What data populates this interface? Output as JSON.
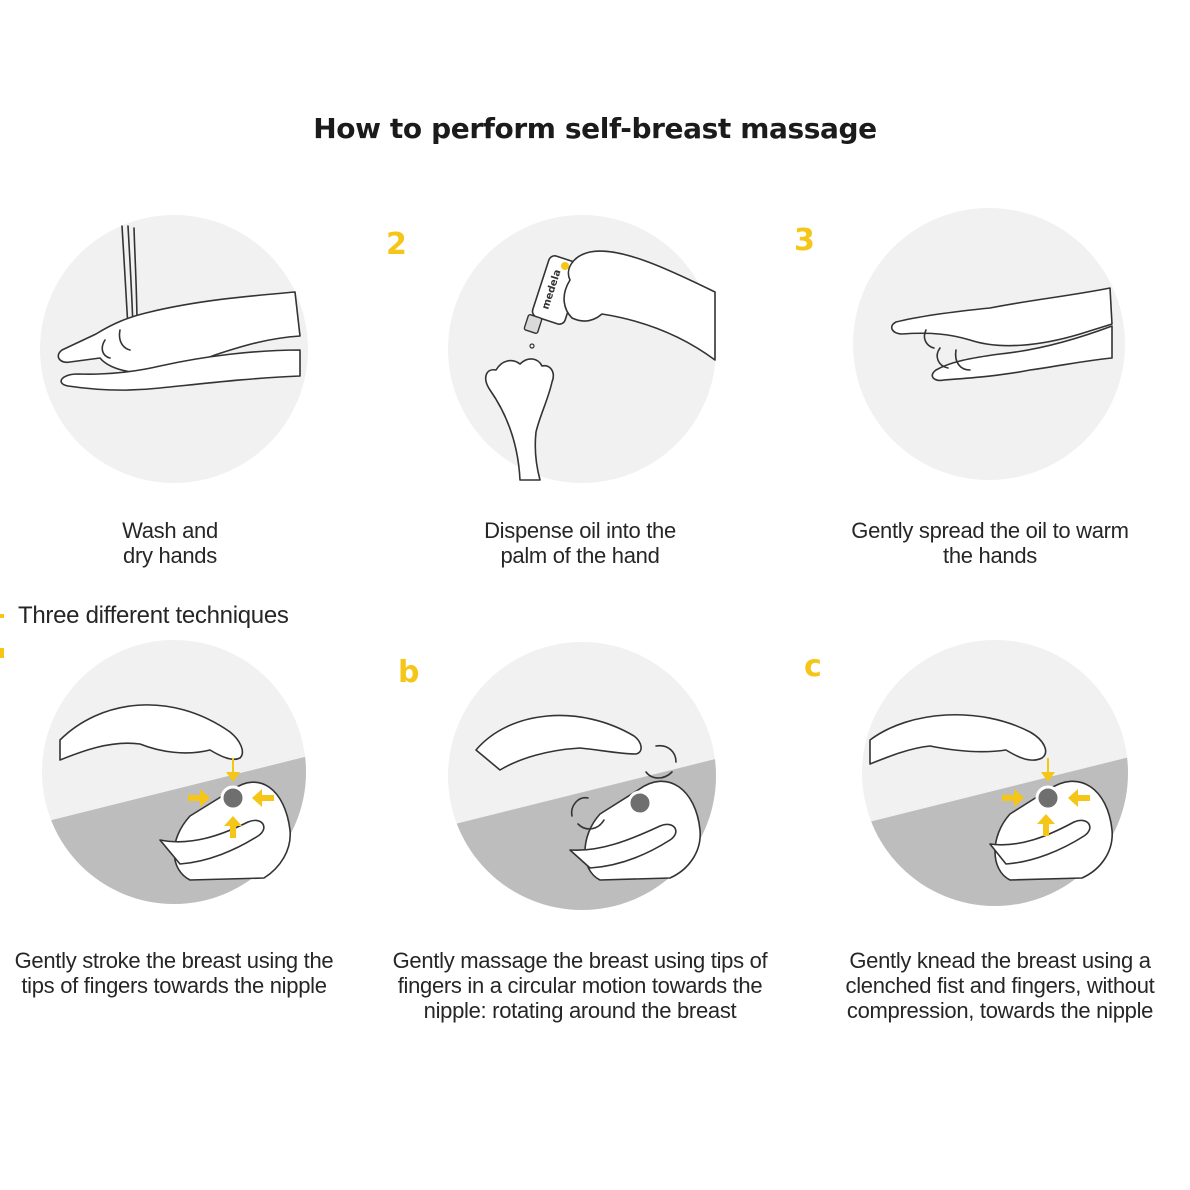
{
  "title": "How to perform self-breast massage",
  "colors": {
    "accent": "#f5c518",
    "circle_bg": "#f1f1f1",
    "shadow": "#bdbdbd",
    "nipple": "#6f6f6f"
  },
  "steps": [
    {
      "number": "",
      "caption": [
        "Wash and",
        "dry hands"
      ]
    },
    {
      "number": "2",
      "caption": [
        "Dispense oil into the",
        "palm of the hand"
      ],
      "bottle_label": "medela"
    },
    {
      "number": "3",
      "caption": [
        "Gently spread the oil to warm",
        "the hands"
      ]
    }
  ],
  "techniques_label": "Three different techniques",
  "techniques": [
    {
      "letter": "",
      "caption": [
        "Gently stroke the breast using the",
        "tips of fingers towards the nipple"
      ]
    },
    {
      "letter": "b",
      "caption": [
        "Gently massage the breast using tips of",
        "fingers in a circular motion towards the",
        "nipple: rotating around the breast"
      ]
    },
    {
      "letter": "c",
      "caption": [
        "Gently knead the breast using a",
        "clenched fist and fingers, without",
        "compression, towards the nipple"
      ]
    }
  ]
}
